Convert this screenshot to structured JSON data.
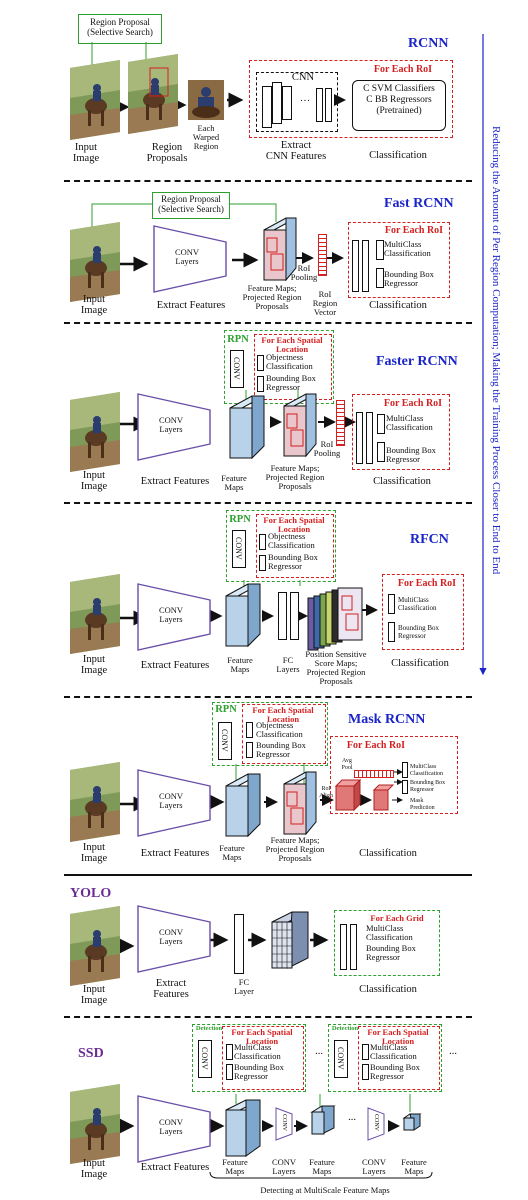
{
  "side_caption": "Reducing the Amount of Per Region Computation; Making the Training Process Closer to End to End",
  "rcnn": {
    "title": "RCNN",
    "region_proposal": "Region Proposal\n(Selective Search)",
    "input_image": "Input\nImage",
    "region_proposals": "Region\nProposals",
    "warped": "Each\nWarped\nRegion",
    "cnn": "CNN",
    "for_each_roi": "For Each RoI",
    "classifiers": "C SVM Classifiers\nC BB Regressors\n(Pretrained)",
    "extract": "Extract\nCNN Features",
    "classification": "Classification"
  },
  "fast": {
    "title": "Fast RCNN",
    "region_proposal": "Region Proposal\n(Selective Search)",
    "conv": "CONV\nLayers",
    "input_image": "Input\nImage",
    "extract": "Extract Features",
    "feature_maps": "Feature Maps;\nProjected Region\nProposals",
    "roi_pooling": "RoI\nPooling",
    "roi_vector": "RoI\nRegion\nVector",
    "for_each_roi": "For Each RoI",
    "multiclass": "MultiClass\nClassification",
    "bbox": "Bounding Box\nRegressor",
    "classification": "Classification"
  },
  "faster": {
    "title": "Faster RCNN",
    "rpn": "RPN",
    "conv_small": "CONV",
    "for_each_spatial": "For Each Spatial\nLocation",
    "objectness": "Objectness\nClassification",
    "bbox_reg": "Bounding Box\nRegressor",
    "conv": "CONV\nLayers",
    "input_image": "Input\nImage",
    "extract": "Extract Features",
    "feature_maps": "Feature\nMaps",
    "feature_maps_proj": "Feature Maps;\nProjected Region\nProposals",
    "roi_pooling": "RoI\nPooling",
    "for_each_roi": "For Each RoI",
    "multiclass": "MultiClass\nClassification",
    "bbox": "Bounding Box\nRegressor",
    "classification": "Classification"
  },
  "rfcn": {
    "title": "RFCN",
    "rpn": "RPN",
    "conv_small": "CONV",
    "for_each_spatial": "For Each Spatial\nLocation",
    "objectness": "Objectness\nClassification",
    "bbox_reg": "Bounding Box\nRegressor",
    "conv": "CONV\nLayers",
    "input_image": "Input\nImage",
    "extract": "Extract Features",
    "feature_maps": "Feature\nMaps",
    "fc_layers": "FC\nLayers",
    "psm": "Position Sensitive\nScore Maps;\nProjected Region\nProposals",
    "for_each_roi": "For Each RoI",
    "multiclass": "MultiClass\nClassification",
    "bbox": "Bounding Box\nRegressor",
    "classification": "Classification"
  },
  "mask": {
    "title": "Mask RCNN",
    "rpn": "RPN",
    "conv_small": "CONV",
    "for_each_spatial": "For Each Spatial\nLocation",
    "objectness": "Objectness\nClassification",
    "bbox_reg": "Bounding Box\nRegressor",
    "conv": "CONV\nLayers",
    "input_image": "Input\nImage",
    "extract": "Extract Features",
    "feature_maps": "Feature\nMaps",
    "feature_maps_proj": "Feature Maps;\nProjected Region\nProposals",
    "roi_align": "RoI\nAlign",
    "for_each_roi": "For Each RoI",
    "avg_pool": "Avg\nPool",
    "multiclass_small": "MultiClass\nClassification",
    "bbox_small": "Bounding Box\nRegressor",
    "mask_pred": "Mask\nPrediction",
    "classification": "Classification"
  },
  "yolo": {
    "title": "YOLO",
    "conv": "CONV\nLayers",
    "input_image": "Input\nImage",
    "extract": "Extract\nFeatures",
    "fc_layer": "FC\nLayer",
    "for_each_grid": "For Each Grid",
    "multiclass": "MultiClass\nClassification",
    "bbox": "Bounding Box\nRegressor",
    "classification": "Classification"
  },
  "ssd": {
    "title": "SSD",
    "detection": "Detection",
    "conv_small": "CONV",
    "for_each_spatial": "For Each Spatial\nLocation",
    "multiclass": "MultiClass\nClassification",
    "bbox": "Bounding Box\nRegressor",
    "dots": "...",
    "conv": "CONV\nLayers",
    "input_image": "Input\nImage",
    "extract": "Extract Features",
    "feature_maps": "Feature\nMaps",
    "conv_layers": "CONV\nLayers",
    "multiscale": "Detecting at MultiScale Feature Maps"
  },
  "colors": {
    "blue_title": "#1a24c8",
    "purple_title": "#6a2c91",
    "red": "#d42020",
    "green": "#2ea02e"
  }
}
